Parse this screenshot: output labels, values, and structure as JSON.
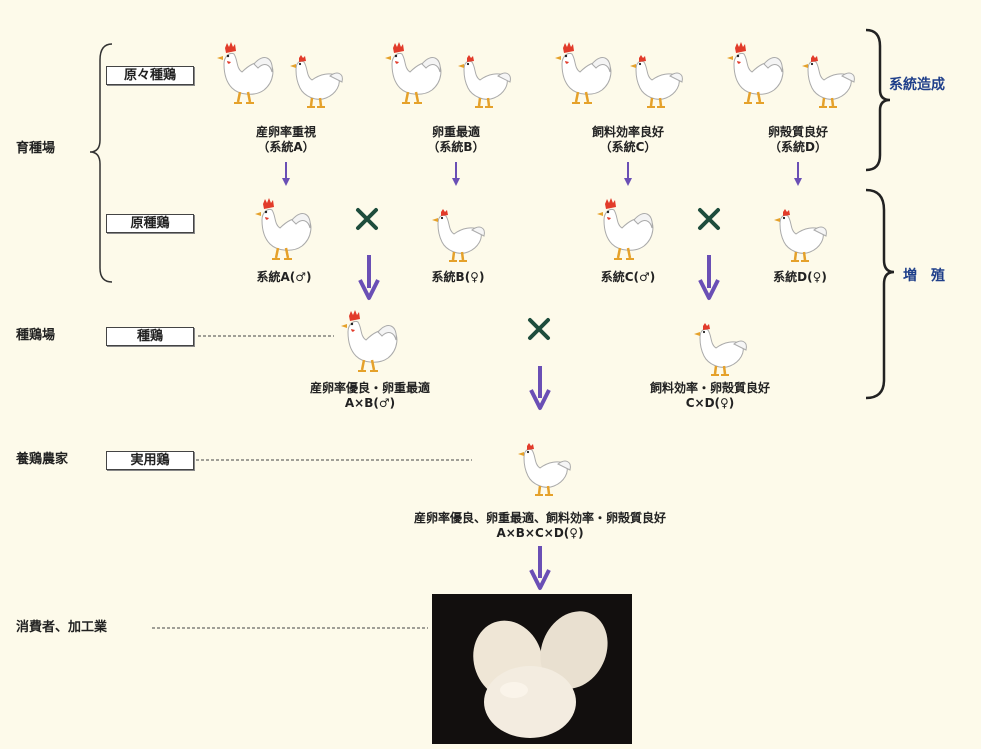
{
  "colors": {
    "background": "#fdfaea",
    "arrow": "#6a4fb5",
    "cross": "#1e4d3c",
    "side_label": "#1f3f8a"
  },
  "facilities": {
    "breeding": "育種場",
    "parent_farm": "種鶏場",
    "poultry_farm": "養鶏農家",
    "consumer": "消費者、加工業"
  },
  "tiers": {
    "great_grandparent": "原々種鶏",
    "grandparent": "原種鶏",
    "parent": "種鶏",
    "commercial": "実用鶏"
  },
  "side_labels": {
    "line_creation": "系統造成",
    "multiplication": "増　殖"
  },
  "lines": [
    {
      "trait": "産卵率重視",
      "code": "（系統A）"
    },
    {
      "trait": "卵重最適",
      "code": "（系統B）"
    },
    {
      "trait": "飼料効率良好",
      "code": "（系統C）"
    },
    {
      "trait": "卵殻質良好",
      "code": "（系統D）"
    }
  ],
  "grandparents": [
    "系統A(♂)",
    "系統B(♀)",
    "系統C(♂)",
    "系統D(♀)"
  ],
  "parents": [
    {
      "trait": "産卵率優良・卵重最適",
      "cross": "A×B(♂)"
    },
    {
      "trait": "飼料効率・卵殻質良好",
      "cross": "C×D(♀)"
    }
  ],
  "commercial": {
    "trait": "産卵率優良、卵重最適、飼料効率・卵殻質良好",
    "cross": "A×B×C×D(♀)"
  },
  "icons": {
    "rooster": "white-rooster-icon",
    "hen": "white-hen-icon",
    "cross": "cross-mark-icon",
    "eggs": "eggs-photo"
  }
}
